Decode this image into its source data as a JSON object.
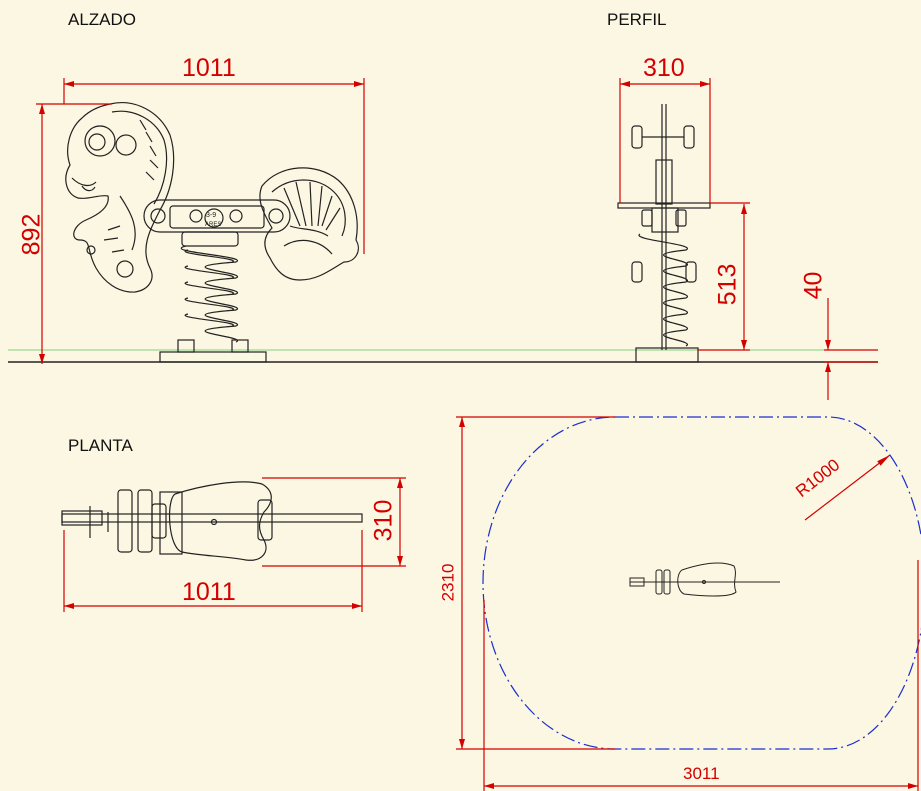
{
  "views": {
    "alzado": "ALZADO",
    "perfil": "PERFIL",
    "planta": "PLANTA"
  },
  "dimensions": {
    "alzado_width": "1011",
    "alzado_height": "892",
    "perfil_width": "310",
    "perfil_seat_height": "513",
    "perfil_depth": "40",
    "planta_width": "310",
    "planta_length": "1011",
    "zone_height": "2310",
    "zone_width": "3011",
    "zone_radius": "R1000"
  },
  "product_badge": "ARES",
  "age_badge": "3-9",
  "colors": {
    "background": "#fcf7e2",
    "dimension": "#d40000",
    "drawing": "#222222",
    "safety_zone": "#1a2fd0",
    "ground_reference": "#7fd07f"
  }
}
